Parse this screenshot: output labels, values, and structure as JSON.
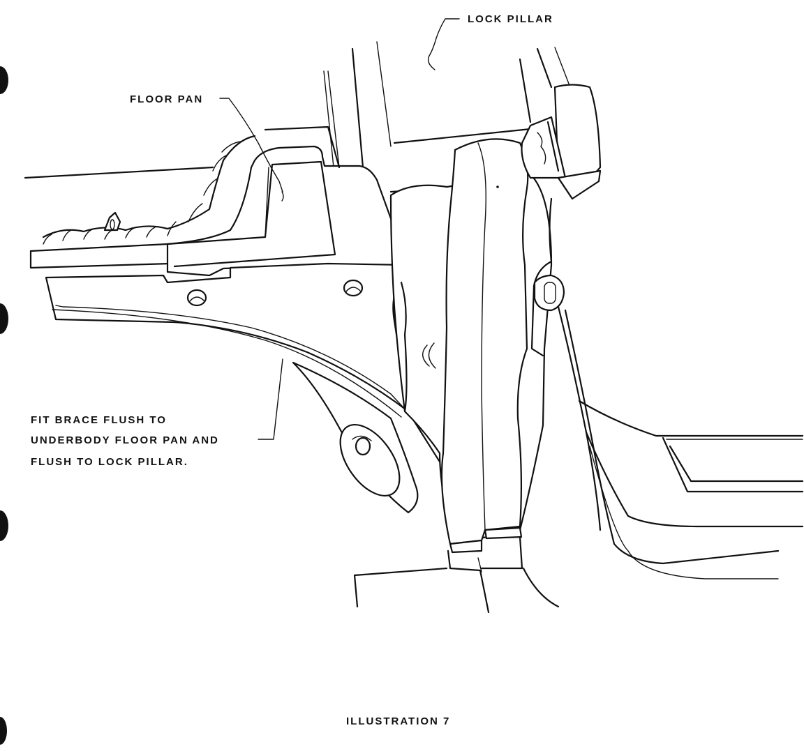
{
  "labels": {
    "lock_pillar": "LOCK PILLAR",
    "floor_pan": "FLOOR PAN",
    "fit_brace_line1": "FIT BRACE FLUSH TO",
    "fit_brace_line2": "UNDERBODY FLOOR PAN AND",
    "fit_brace_line3": "FLUSH TO LOCK PILLAR.",
    "caption": "ILLUSTRATION 7"
  },
  "colors": {
    "ink": "#111111",
    "paper": "#ffffff"
  }
}
